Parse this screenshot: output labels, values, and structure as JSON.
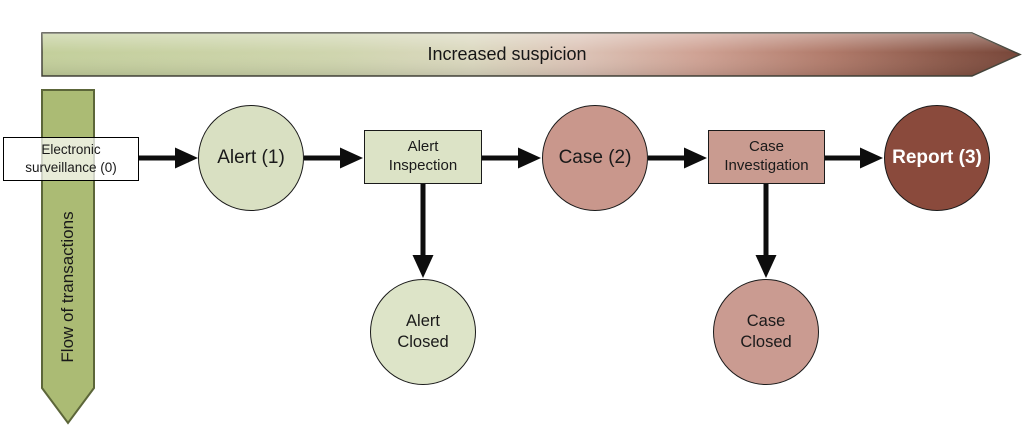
{
  "title_arrow": {
    "label": "Increased suspicion",
    "gradient_stops": [
      "#c3cf9b",
      "#cfd5ae",
      "#dbd8bf",
      "#dcc3b6",
      "#cfa294",
      "#b27c6c",
      "#8a5748",
      "#774639"
    ],
    "border_color": "#44443a"
  },
  "flow_arrow": {
    "label": "Flow of transactions",
    "fill": "#abbb74",
    "border_color": "#5c6639"
  },
  "nodes": {
    "surveillance": {
      "line1": "Electronic",
      "line2": "surveillance (0)",
      "bg": "rgba(255,255,255,0.72)"
    },
    "alert": {
      "label": "Alert (1)",
      "bg": "#d9e0c2"
    },
    "alert_inspection": {
      "line1": "Alert",
      "line2": "Inspection",
      "bg": "#dce3c6"
    },
    "alert_closed": {
      "line1": "Alert",
      "line2": "Closed",
      "bg": "#dde4c8"
    },
    "case": {
      "label": "Case (2)",
      "bg": "#c9978c"
    },
    "case_investigation": {
      "line1": "Case",
      "line2": "Investigation",
      "bg": "#c99b90"
    },
    "case_closed": {
      "line1": "Case",
      "line2": "Closed",
      "bg": "#ca9b91"
    },
    "report": {
      "label": "Report (3)",
      "bg": "#8a4a3c",
      "text_color": "#ffffff"
    }
  },
  "connector_color": "#0d0d0d",
  "node_border_color": "#1a1a1a"
}
